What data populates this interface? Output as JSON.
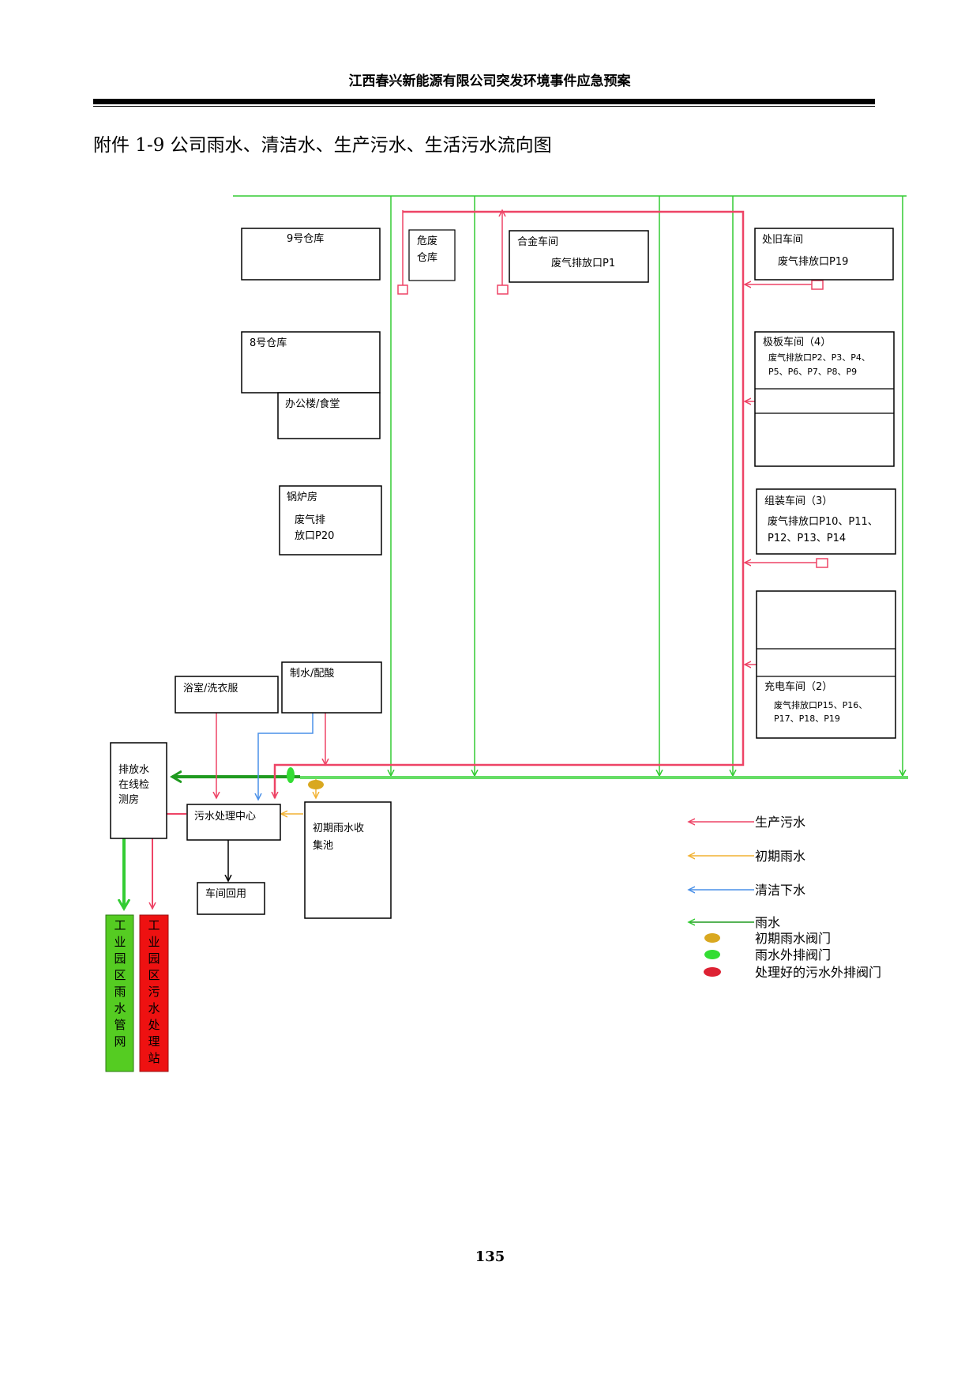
{
  "header": {
    "title": "江西春兴新能源有限公司突发环境事件应急预案"
  },
  "document": {
    "title": "附件 1-9  公司雨水、清洁水、生产污水、生活污水流向图",
    "page_number": "135"
  },
  "buildings": {
    "warehouse9": "9号仓库",
    "hazwaste": [
      "危废",
      "仓库"
    ],
    "alloy": [
      "合金车间",
      "废气排放口P1"
    ],
    "recycle": [
      "处旧车间",
      "废气排放口P19"
    ],
    "warehouse8": "8号仓库",
    "office": "办公楼/食堂",
    "plate": [
      "极板车间（4）",
      "废气排放口P2、P3、P4、",
      "P5、P6、P7、P8、P9"
    ],
    "boiler": [
      "锅炉房",
      "废气排",
      "放口P20"
    ],
    "assembly": [
      "组装车间（3）",
      "废气排放口P10、P11、",
      "P12、P13、P14"
    ],
    "bath": "浴室/洗衣服",
    "water_acid": "制水/配酸",
    "charging": [
      "充电车间（2）",
      "废气排放口P15、P16、",
      "P17、P18、P19"
    ],
    "monitor": [
      "排放水",
      "在线检",
      "测房"
    ],
    "wastewater_center": "污水处理中心",
    "reuse": "车间回用",
    "initial_rain_pool": [
      "初期雨水收",
      "集池"
    ],
    "rain_network": "工业园区雨水管网",
    "sewage_plant": "工业园区污水处理站"
  },
  "legend": {
    "production_wastewater": "生产污水",
    "initial_rainwater": "初期雨水",
    "clean_wastewater": "清洁下水",
    "rainwater": "雨水",
    "initial_rain_valve": "初期雨水阀门",
    "rain_outlet_valve": "雨水外排阀门",
    "treated_sewage_valve": "处理好的污水外排阀门"
  },
  "colors": {
    "production": "#ee4466",
    "initial_rain": "#f2b233",
    "clean": "#4a90e8",
    "rain": "#33cc33",
    "rain_dark": "#1f9a1f",
    "valve_orange": "#d9a820",
    "valve_green": "#33dd33",
    "valve_red": "#dd2233",
    "rain_network_fill": "#55cc22",
    "sewage_plant_fill": "#ee1111"
  }
}
